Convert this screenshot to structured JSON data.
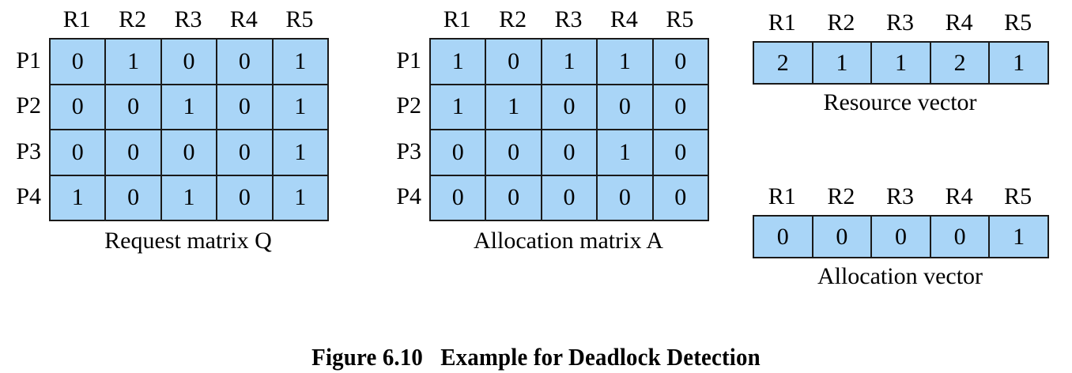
{
  "figure": {
    "caption": "Figure 6.10   Example for Deadlock Detection"
  },
  "colors": {
    "cell_fill": "#a9d5f7",
    "grid_line": "#1a1a1a",
    "background": "#ffffff",
    "text": "#000000"
  },
  "request_matrix": {
    "label": "Request matrix Q",
    "column_headers": [
      "R1",
      "R2",
      "R3",
      "R4",
      "R5"
    ],
    "row_headers": [
      "P1",
      "P2",
      "P3",
      "P4"
    ],
    "rows": [
      [
        "0",
        "1",
        "0",
        "0",
        "1"
      ],
      [
        "0",
        "0",
        "1",
        "0",
        "1"
      ],
      [
        "0",
        "0",
        "0",
        "0",
        "1"
      ],
      [
        "1",
        "0",
        "1",
        "0",
        "1"
      ]
    ]
  },
  "allocation_matrix": {
    "label": "Allocation matrix A",
    "column_headers": [
      "R1",
      "R2",
      "R3",
      "R4",
      "R5"
    ],
    "row_headers": [
      "P1",
      "P2",
      "P3",
      "P4"
    ],
    "rows": [
      [
        "1",
        "0",
        "1",
        "1",
        "0"
      ],
      [
        "1",
        "1",
        "0",
        "0",
        "0"
      ],
      [
        "0",
        "0",
        "0",
        "1",
        "0"
      ],
      [
        "0",
        "0",
        "0",
        "0",
        "0"
      ]
    ]
  },
  "resource_vector": {
    "label": "Resource vector",
    "column_headers": [
      "R1",
      "R2",
      "R3",
      "R4",
      "R5"
    ],
    "rows": [
      [
        "2",
        "1",
        "1",
        "2",
        "1"
      ]
    ]
  },
  "allocation_vector": {
    "label": "Allocation vector",
    "column_headers": [
      "R1",
      "R2",
      "R3",
      "R4",
      "R5"
    ],
    "rows": [
      [
        "0",
        "0",
        "0",
        "0",
        "1"
      ]
    ]
  }
}
